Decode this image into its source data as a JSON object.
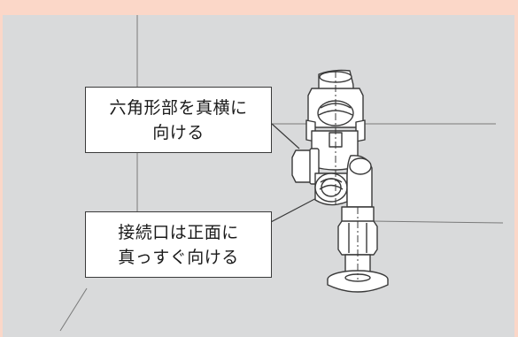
{
  "callouts": {
    "hex_part": {
      "line1": "六角形部を真横に",
      "line2": "向ける"
    },
    "connection_port": {
      "line1": "接続口は正面に",
      "line2": "真っすぐ向ける"
    }
  },
  "colors": {
    "outer_border": "#fbd7c8",
    "panel_bg": "#d9dadb",
    "line": "#3a3a3a",
    "part_fill": "#ffffff"
  }
}
